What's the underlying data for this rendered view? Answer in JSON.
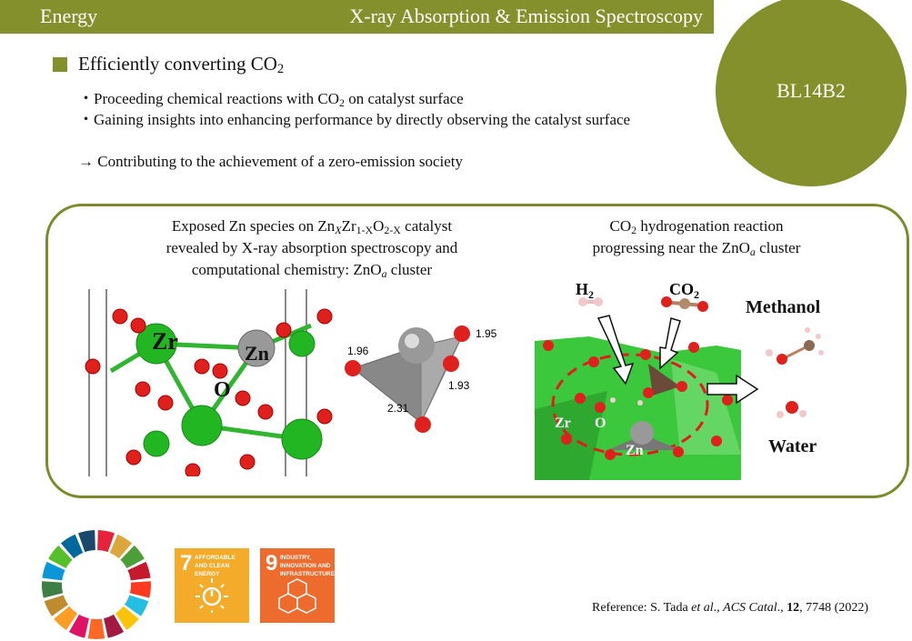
{
  "header": {
    "category": "Energy",
    "technique": "X-ray Absorption &  Emission Spectroscopy"
  },
  "beamline": "BL14B2",
  "heading": {
    "text": "Efficiently converting CO",
    "sub": "2"
  },
  "bullets": [
    {
      "pre": "・Proceeding chemical reactions with CO",
      "sub": "2",
      "post": " on catalyst surface"
    },
    {
      "text": "・Gaining insights into enhancing performance by directly observing the catalyst surface"
    },
    {
      "text": "→ Contributing to the achievement of a zero-emission society"
    }
  ],
  "left_panel": {
    "caption_l1a": "Exposed Zn species on Zn",
    "x": "X",
    "zr": "Zr",
    "oneminusx": "1-X",
    "o": "O",
    "twominusx": "2-X",
    "caption_l1b": " catalyst",
    "caption_l2": "revealed by X-ray absorption spectroscopy and",
    "caption_l3a": "computational chemistry: ZnO",
    "a": "a",
    "caption_l3b": " cluster",
    "atom_labels": {
      "zr": "Zr",
      "zn": "Zn",
      "o": "O"
    },
    "bond_lengths": [
      "1.96",
      "1.95",
      "1.93",
      "2.31"
    ]
  },
  "right_panel": {
    "caption_l1a": "CO",
    "caption_l1sub": "2",
    "caption_l1b": " hydrogenation reaction",
    "caption_l2a": "progressing near the ZnO",
    "a": "a",
    "caption_l2b": " cluster",
    "h2": "H",
    "h2sub": "2",
    "co2": "CO",
    "co2sub": "2",
    "methanol": "Methanol",
    "water": "Water",
    "atom_labels": {
      "zr": "Zr",
      "o": "O",
      "zn": "Zn"
    }
  },
  "sdg": {
    "wheel_colors": [
      "#e5243b",
      "#dda63a",
      "#4c9f38",
      "#c5192d",
      "#ff3a21",
      "#26bde2",
      "#fcc30b",
      "#a21942",
      "#fd6925",
      "#dd1367",
      "#fd9d24",
      "#bf8b2e",
      "#3f7e44",
      "#0a97d9",
      "#56c02b",
      "#00689d",
      "#19486a"
    ],
    "goals": [
      {
        "number": "7",
        "label": "AFFORDABLE AND CLEAN ENERGY",
        "color": "#f5ab2a"
      },
      {
        "number": "9",
        "label": "INDUSTRY, INNOVATION AND INFRASTRUCTURE",
        "color": "#ec6b2d"
      }
    ]
  },
  "reference": {
    "pre": "Reference: S. Tada ",
    "etal": "et al",
    "c1": "., ",
    "journal": "ACS Catal",
    "c2": "., ",
    "vol": "12",
    "post": ", 7748 (2022)"
  }
}
